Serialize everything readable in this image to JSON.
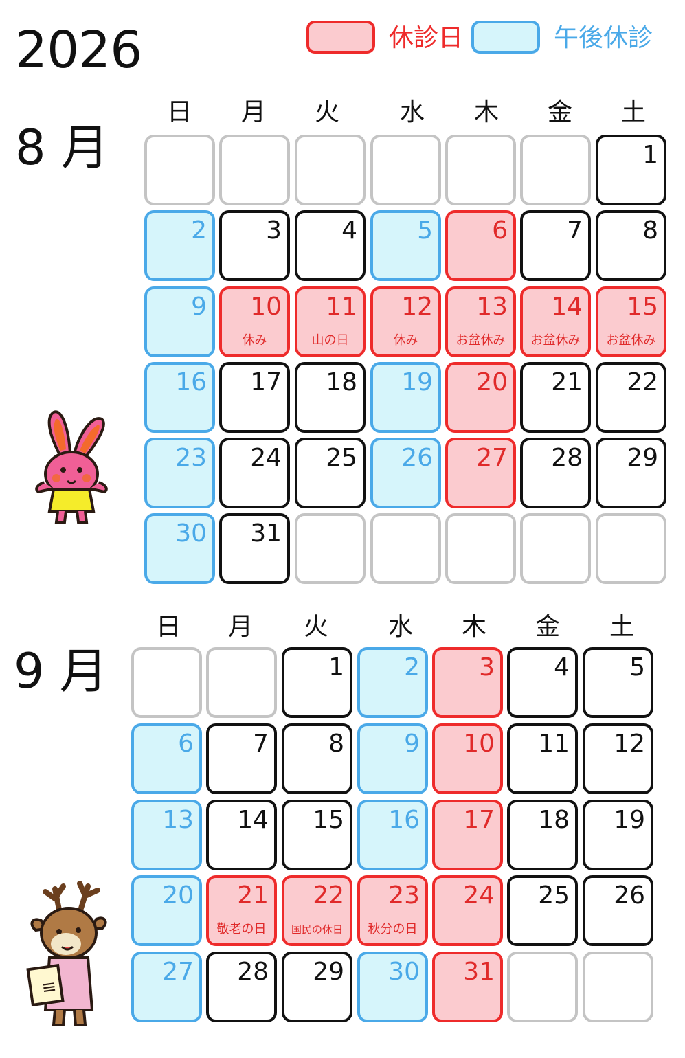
{
  "year": "2026",
  "legend": {
    "closed_label": "休診日",
    "pm_closed_label": "午後休診",
    "colors": {
      "closed_border": "#ee2b2b",
      "closed_fill": "#fbcbcf",
      "pm_border": "#4aa9e8",
      "pm_fill": "#d6f5fb"
    }
  },
  "weekdays": [
    "日",
    "月",
    "火",
    "水",
    "木",
    "金",
    "土"
  ],
  "months": [
    {
      "label": "8 月",
      "weeks": [
        [
          {
            "t": "empty"
          },
          {
            "t": "empty"
          },
          {
            "t": "empty"
          },
          {
            "t": "empty"
          },
          {
            "t": "empty"
          },
          {
            "t": "empty"
          },
          {
            "d": "1",
            "t": "normal"
          }
        ],
        [
          {
            "d": "2",
            "t": "pm"
          },
          {
            "d": "3",
            "t": "normal"
          },
          {
            "d": "4",
            "t": "normal"
          },
          {
            "d": "5",
            "t": "pm"
          },
          {
            "d": "6",
            "t": "closed"
          },
          {
            "d": "7",
            "t": "normal"
          },
          {
            "d": "8",
            "t": "normal"
          }
        ],
        [
          {
            "d": "9",
            "t": "pm"
          },
          {
            "d": "10",
            "t": "closed",
            "note": "休み"
          },
          {
            "d": "11",
            "t": "closed",
            "note": "山の日"
          },
          {
            "d": "12",
            "t": "closed",
            "note": "休み"
          },
          {
            "d": "13",
            "t": "closed",
            "note": "お盆休み"
          },
          {
            "d": "14",
            "t": "closed",
            "note": "お盆休み"
          },
          {
            "d": "15",
            "t": "closed",
            "note": "お盆休み"
          }
        ],
        [
          {
            "d": "16",
            "t": "pm"
          },
          {
            "d": "17",
            "t": "normal"
          },
          {
            "d": "18",
            "t": "normal"
          },
          {
            "d": "19",
            "t": "pm"
          },
          {
            "d": "20",
            "t": "closed"
          },
          {
            "d": "21",
            "t": "normal"
          },
          {
            "d": "22",
            "t": "normal"
          }
        ],
        [
          {
            "d": "23",
            "t": "pm"
          },
          {
            "d": "24",
            "t": "normal"
          },
          {
            "d": "25",
            "t": "normal"
          },
          {
            "d": "26",
            "t": "pm"
          },
          {
            "d": "27",
            "t": "closed"
          },
          {
            "d": "28",
            "t": "normal"
          },
          {
            "d": "29",
            "t": "normal"
          }
        ],
        [
          {
            "d": "30",
            "t": "pm"
          },
          {
            "d": "31",
            "t": "normal"
          },
          {
            "t": "empty"
          },
          {
            "t": "empty"
          },
          {
            "t": "empty"
          },
          {
            "t": "empty"
          },
          {
            "t": "empty"
          }
        ]
      ]
    },
    {
      "label": "9 月",
      "weeks": [
        [
          {
            "t": "empty"
          },
          {
            "t": "empty"
          },
          {
            "d": "1",
            "t": "normal"
          },
          {
            "d": "2",
            "t": "pm"
          },
          {
            "d": "3",
            "t": "closed"
          },
          {
            "d": "4",
            "t": "normal"
          },
          {
            "d": "5",
            "t": "normal"
          }
        ],
        [
          {
            "d": "6",
            "t": "pm"
          },
          {
            "d": "7",
            "t": "normal"
          },
          {
            "d": "8",
            "t": "normal"
          },
          {
            "d": "9",
            "t": "pm"
          },
          {
            "d": "10",
            "t": "closed"
          },
          {
            "d": "11",
            "t": "normal"
          },
          {
            "d": "12",
            "t": "normal"
          }
        ],
        [
          {
            "d": "13",
            "t": "pm"
          },
          {
            "d": "14",
            "t": "normal"
          },
          {
            "d": "15",
            "t": "normal"
          },
          {
            "d": "16",
            "t": "pm"
          },
          {
            "d": "17",
            "t": "closed"
          },
          {
            "d": "18",
            "t": "normal"
          },
          {
            "d": "19",
            "t": "normal"
          }
        ],
        [
          {
            "d": "20",
            "t": "pm"
          },
          {
            "d": "21",
            "t": "closed",
            "note": "敬老の日"
          },
          {
            "d": "22",
            "t": "closed",
            "note": "国民の休日"
          },
          {
            "d": "23",
            "t": "closed",
            "note": "秋分の日"
          },
          {
            "d": "24",
            "t": "closed"
          },
          {
            "d": "25",
            "t": "normal"
          },
          {
            "d": "26",
            "t": "normal"
          }
        ],
        [
          {
            "d": "27",
            "t": "pm"
          },
          {
            "d": "28",
            "t": "normal"
          },
          {
            "d": "29",
            "t": "normal"
          },
          {
            "d": "30",
            "t": "pm"
          },
          {
            "d": "31",
            "t": "closed"
          },
          {
            "t": "empty"
          },
          {
            "t": "empty"
          }
        ]
      ]
    }
  ],
  "mascots": [
    {
      "name": "rabbit-mascot",
      "icon": "rabbit-icon"
    },
    {
      "name": "deer-mascot",
      "icon": "deer-icon"
    }
  ]
}
